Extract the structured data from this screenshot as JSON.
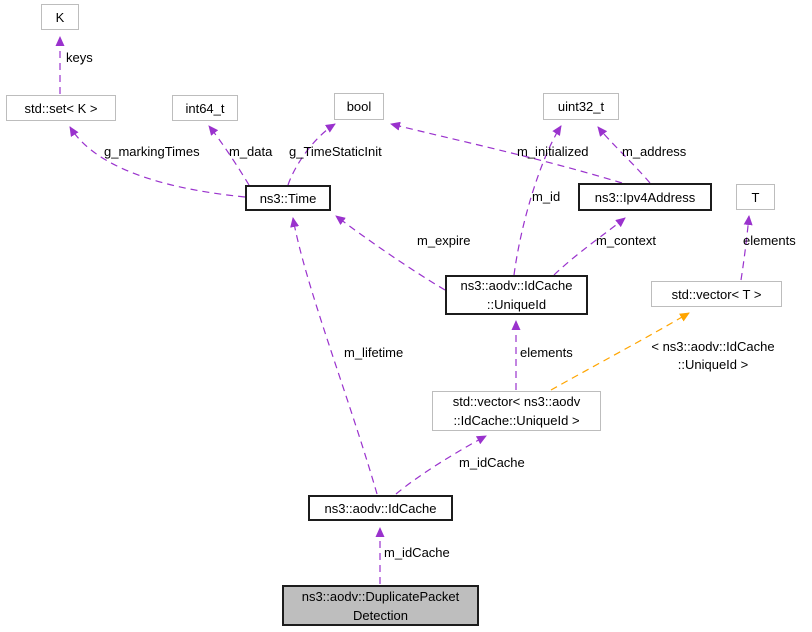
{
  "diagram": {
    "type": "doxygen-collaboration-graph",
    "colors": {
      "edge": "#9a32cd",
      "template_edge": "#ffa500",
      "class_node_border": "#1c1c1c",
      "external_node_border": "#bdbdbd",
      "main_node_fill": "#bebebe",
      "node_fill": "#ffffff",
      "background": "#ffffff",
      "text": "#000000"
    },
    "nodes": {
      "k": {
        "label": "K"
      },
      "setK": {
        "label": "std::set< K >"
      },
      "int64T": {
        "label": "int64_t"
      },
      "boolT": {
        "label": "bool"
      },
      "uint32T": {
        "label": "uint32_t"
      },
      "time": {
        "label": "ns3::Time"
      },
      "ipv4": {
        "label": "ns3::Ipv4Address"
      },
      "t": {
        "label": "T"
      },
      "uniqueId": {
        "label": "ns3::aodv::IdCache\n::UniqueId"
      },
      "vectorT": {
        "label": "std::vector< T >"
      },
      "vectorUniqueId": {
        "label": "std::vector< ns3::aodv\n::IdCache::UniqueId >"
      },
      "idCache": {
        "label": "ns3::aodv::IdCache"
      },
      "dpd": {
        "label": "ns3::aodv::DuplicatePacket\nDetection"
      }
    },
    "edge_labels": {
      "keys": "keys",
      "gMarkingTimes": "g_markingTimes",
      "mData": "m_data",
      "gTimeStaticInit": "g_TimeStaticInit",
      "mInitialized": "m_initialized",
      "mAddress": "m_address",
      "mId": "m_id",
      "mExpire": "m_expire",
      "mContext": "m_context",
      "elementsT": "elements",
      "elementsU": "elements",
      "templateArgs": "< ns3::aodv::IdCache\n::UniqueId >",
      "mLifetime": "m_lifetime",
      "mIdCacheVec": "m_idCache",
      "mIdCacheDpd": "m_idCache"
    }
  }
}
